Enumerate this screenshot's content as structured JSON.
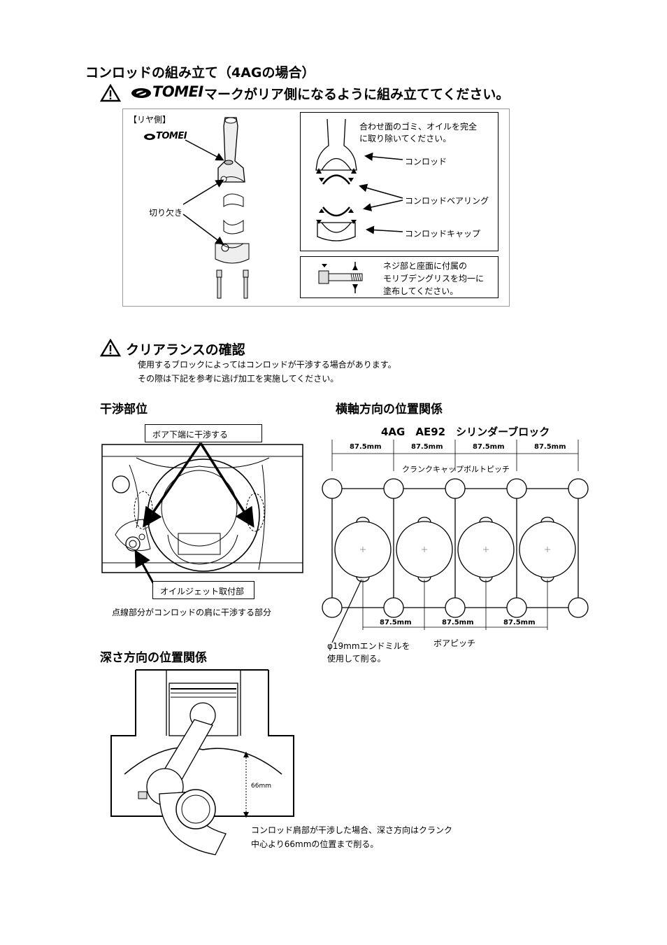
{
  "title": "コンロッドの組み立て（4AGの場合）",
  "assembly_warning": {
    "logo_text": "TOMEI",
    "text": "マークがリア側になるように組み立ててください。"
  },
  "assembly_figure": {
    "rear_label": "【リヤ側】",
    "logo_text": "TOMEI",
    "notch_label": "切り欠き",
    "clean_note_line1": "合わせ面のゴミ、オイルを完全",
    "clean_note_line2": "に取り除いてください。",
    "conrod_label": "コンロッド",
    "bearing_label": "コンロッドベアリング",
    "cap_label": "コンロッドキャップ",
    "grease_line1": "ネジ部と座面に付属の",
    "grease_line2": "モリブデングリスを均一に",
    "grease_line3": "塗布してください。"
  },
  "clearance": {
    "heading": "クリアランスの確認",
    "desc_line1": "使用するブロックによってはコンロッドが干渉する場合があります。",
    "desc_line2": "その際は下記を参考に逃げ加工を実施してください。"
  },
  "interference": {
    "heading": "干渉部位",
    "bore_label": "ボア下端に干渉する",
    "oil_jet_label": "オイルジェット取付部",
    "caption": "点線部分がコンロッドの肩に干渉する部分"
  },
  "horizontal": {
    "heading": "横軸方向の位置関係",
    "block_title": "4AG　AE92　シリンダーブロック",
    "top_dims": [
      "87.5mm",
      "87.5mm",
      "87.5mm",
      "87.5mm"
    ],
    "bolt_pitch_label": "クランクキャップボルトピッチ",
    "bottom_dims": [
      "87.5mm",
      "87.5mm",
      "87.5mm"
    ],
    "bore_pitch_label": "ボアピッチ",
    "endmill_line1": "φ19mmエンドミルを",
    "endmill_line2": "使用して削る。"
  },
  "depth": {
    "heading": "深さ方向の位置関係",
    "dim_label": "66mm",
    "note_line1": "コンロッド肩部が干渉した場合、深さ方向はクランク",
    "note_line2": "中心より66mmの位置まで削る。"
  }
}
